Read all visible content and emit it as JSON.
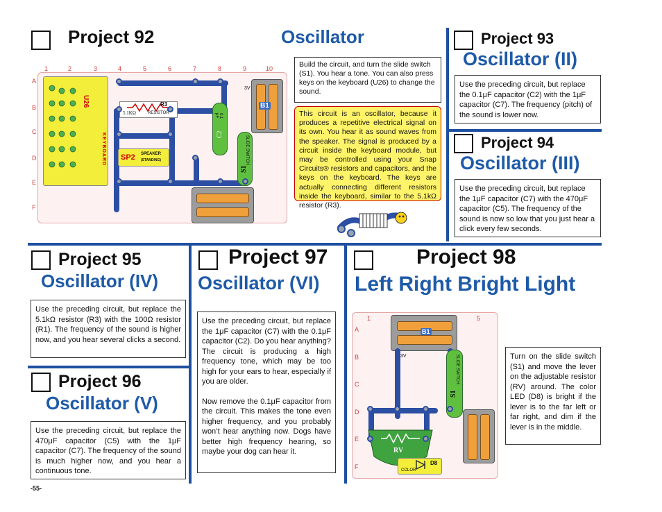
{
  "page_number": "-55-",
  "p92": {
    "project": "Project 92",
    "title": "Oscillator",
    "instructions": "Build the circuit, and turn the slide switch (S1). You hear a tone. You can also press keys on the keyboard (U26) to change the sound.",
    "info": "This circuit is an oscillator, because it produces a repetitive electrical signal on its own. You hear it as sound waves from the speaker. The signal is produced by a circuit inside the keyboard module, but may be controlled using your Snap Circuits® resistors and capacitors, and the keys on the keyboard. The keys are actually connecting different resistors inside the keyboard, similar to the 5.1kΩ resistor (R3).",
    "diagram": {
      "cols": [
        "1",
        "2",
        "3",
        "4",
        "5",
        "6",
        "7",
        "8",
        "9",
        "10"
      ],
      "rows": [
        "A",
        "B",
        "C",
        "D",
        "E",
        "F"
      ],
      "u26": "U26",
      "keyboard": "KEYBOARD",
      "r3": "R3",
      "r3_value": "5.1KΩ",
      "r3_label": "RESISTOR",
      "sp2": "SP2",
      "sp2_label": "SPEAKER",
      "sp2_sub": "(STANDING)",
      "c2": "C2",
      "c2_value": "0.1 μF",
      "s1": "S1",
      "s1_label": "SLIDE SWITCH",
      "b1": "B1",
      "b1_volt": "3V"
    }
  },
  "p93": {
    "project": "Project 93",
    "title": "Oscillator (II)",
    "text": "Use the preceding circuit, but replace the 0.1μF capacitor (C2) with the 1μF capacitor (C7). The frequency (pitch) of the sound is lower now."
  },
  "p94": {
    "project": "Project 94",
    "title": "Oscillator (III)",
    "text": "Use the preceding circuit, but replace the 1μF capacitor (C7) with the 470μF capacitor (C5). The frequency of the sound is now so low that you just hear a click every few seconds."
  },
  "p95": {
    "project": "Project 95",
    "title": "Oscillator (IV)",
    "text": "Use the preceding circuit, but replace the 5.1kΩ resistor (R3) with the 100Ω resistor (R1). The frequency of the sound is higher now, and you hear several clicks a second."
  },
  "p96": {
    "project": "Project 96",
    "title": "Oscillator (V)",
    "text": "Use the preceding circuit, but replace the 470μF capacitor (C5) with the 1μF capacitor (C7). The frequency of the sound is much higher now, and you hear a continuous tone."
  },
  "p97": {
    "project": "Project 97",
    "title": "Oscillator (VI)",
    "text1": "Use the preceding circuit, but replace the 1μF capacitor (C7) with the 0.1μF capacitor (C2). Do you hear anything? The circuit is producing a high frequency tone, which may be too high for your ears to hear, especially if you are older.",
    "text2": "Now remove the 0.1μF capacitor from the circuit. This makes the tone even higher frequency, and you probably won’t hear anything now. Dogs have better high frequency hearing, so maybe your dog can hear it."
  },
  "p98": {
    "project": "Project 98",
    "title": "Left Right Bright Light",
    "text": "Turn on the slide switch (S1) and move the lever on the adjustable resistor (RV) around. The color LED (D8) is bright if the lever is to the far left or far right, and dim if the lever is in the middle.",
    "diagram": {
      "cols": [
        "1",
        "5"
      ],
      "rows": [
        "A",
        "B",
        "C",
        "D",
        "E",
        "F"
      ],
      "b1": "B1",
      "b1_volt": "3V",
      "s1": "S1",
      "s1_label": "SLIDE SWITCH",
      "rv": "RV",
      "d8": "D8",
      "d8_label": "COLOR"
    }
  },
  "colors": {
    "accent_blue": "#1e5aa8",
    "bar_blue": "#1e4fa0",
    "info_yellow": "#fff36a",
    "info_border": "#cc0000"
  }
}
